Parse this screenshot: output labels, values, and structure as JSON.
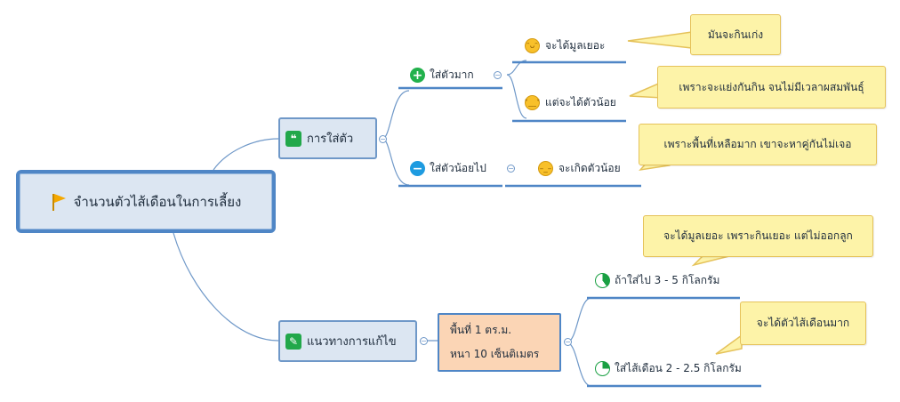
{
  "root": {
    "label": "จำนวนตัวไส้เดือนในการเลี้ยง",
    "icon": "flag-icon"
  },
  "branches": [
    {
      "label": "การใส่ตัว",
      "icon": "quote-icon"
    },
    {
      "label": "แนวทางการแก้ไข",
      "icon": "pencil-icon"
    }
  ],
  "sub": {
    "many": "ใส่ตัวมาก",
    "few": "ใส่ตัวน้อยไป",
    "many_plus": "จะได้มูลเยอะ",
    "many_minus": "แต่จะได้ตัวน้อย",
    "few_result": "จะเกิดตัวน้อย"
  },
  "info": {
    "line1": "พื้นที่ 1 ตร.ม.",
    "line2": "หนา 10 เซ็นติเมตร"
  },
  "options": {
    "opt1": "ถ้าใส่ไป 3 - 5 กิโลกรัม",
    "opt2": "ใส่ไส้เดือน 2 - 2.5 กิโลกรัม"
  },
  "notes": {
    "n1": "มันจะกินเก่ง",
    "n2": "เพราะจะแย่งกันกิน จนไม่มีเวลาผสมพันธุ์",
    "n3": "เพราะพื้นที่เหลือมาก เขาจะหาคู่กันไม่เจอ",
    "n4": "จะได้มูลเยอะ เพราะกินเยอะ แต่ไม่ออกลูก",
    "n5": "จะได้ตัวไส้เดือนมาก"
  },
  "colors": {
    "line": "#5b8fcf",
    "note_fill": "#fdf3a8",
    "root_border": "#4f86c6",
    "info_fill": "#fbd5b5"
  }
}
